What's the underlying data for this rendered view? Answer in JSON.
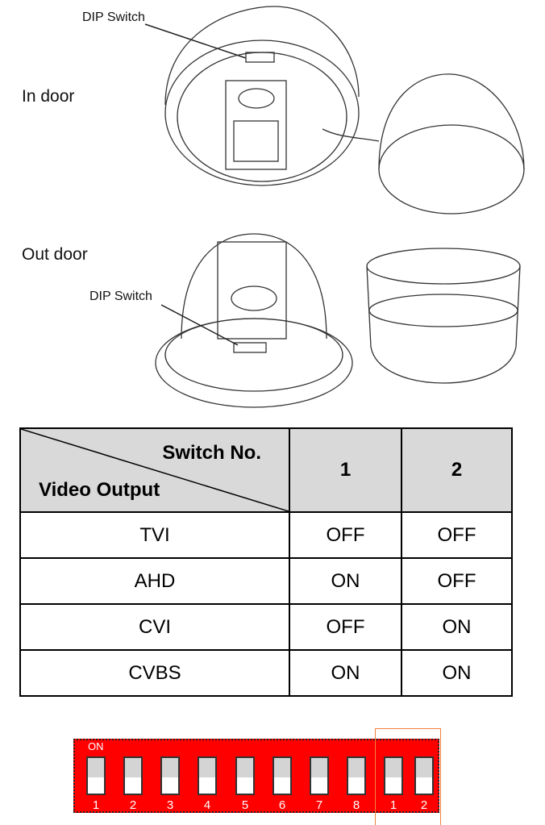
{
  "labels": {
    "dip_top": "DIP Switch",
    "in_door": "In door",
    "out_door": "Out door",
    "dip_bottom": "DIP Switch"
  },
  "table": {
    "header_switch": "Switch No.",
    "header_output": "Video Output",
    "col1": "1",
    "col2": "2",
    "rows": [
      {
        "output": "TVI",
        "s1": "OFF",
        "s2": "OFF"
      },
      {
        "output": "AHD",
        "s1": "ON",
        "s2": "OFF"
      },
      {
        "output": "CVI",
        "s1": "OFF",
        "s2": "ON"
      },
      {
        "output": "CVBS",
        "s1": "ON",
        "s2": "ON"
      }
    ]
  },
  "dip": {
    "on_label": "ON",
    "numbers": [
      "1",
      "2",
      "3",
      "4",
      "5",
      "6",
      "7",
      "8",
      "1",
      "2"
    ],
    "board_color": "#ff0000",
    "highlight_color": "#f08040"
  }
}
